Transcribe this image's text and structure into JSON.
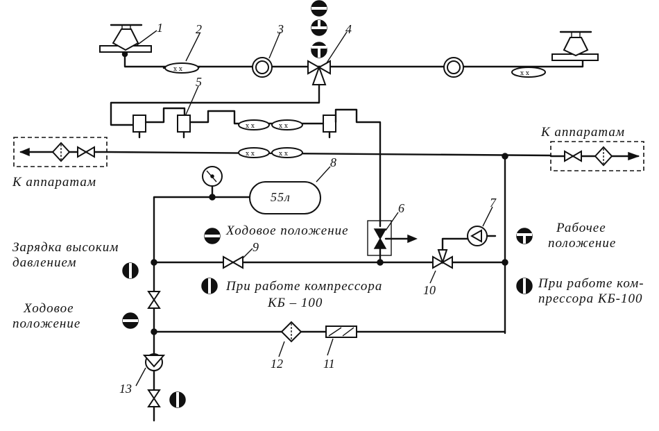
{
  "labels": {
    "to_apparatus_left": "К аппаратам",
    "to_apparatus_right": "К аппаратам",
    "tank_volume": "55л",
    "running_position_top": "Ходовое положение",
    "working_position_line1": "Рабочее",
    "working_position_line2": "положение",
    "high_pressure_line1": "Зарядка высоким",
    "high_pressure_line2": "давлением",
    "compressor_left_line1": "При работе компрессора",
    "compressor_left_line2": "КБ – 100",
    "compressor_right_line1": "При работе ком-",
    "compressor_right_line2": "прессора КБ-100",
    "running_position_left_line1": "Ходовое",
    "running_position_left_line2": "положение"
  },
  "component_numbers": {
    "n1": "1",
    "n2": "2",
    "n3": "3",
    "n4": "4",
    "n5": "5",
    "n6": "6",
    "n7": "7",
    "n8": "8",
    "n9": "9",
    "n10": "10",
    "n11": "11",
    "n12": "12",
    "n13": "13"
  }
}
